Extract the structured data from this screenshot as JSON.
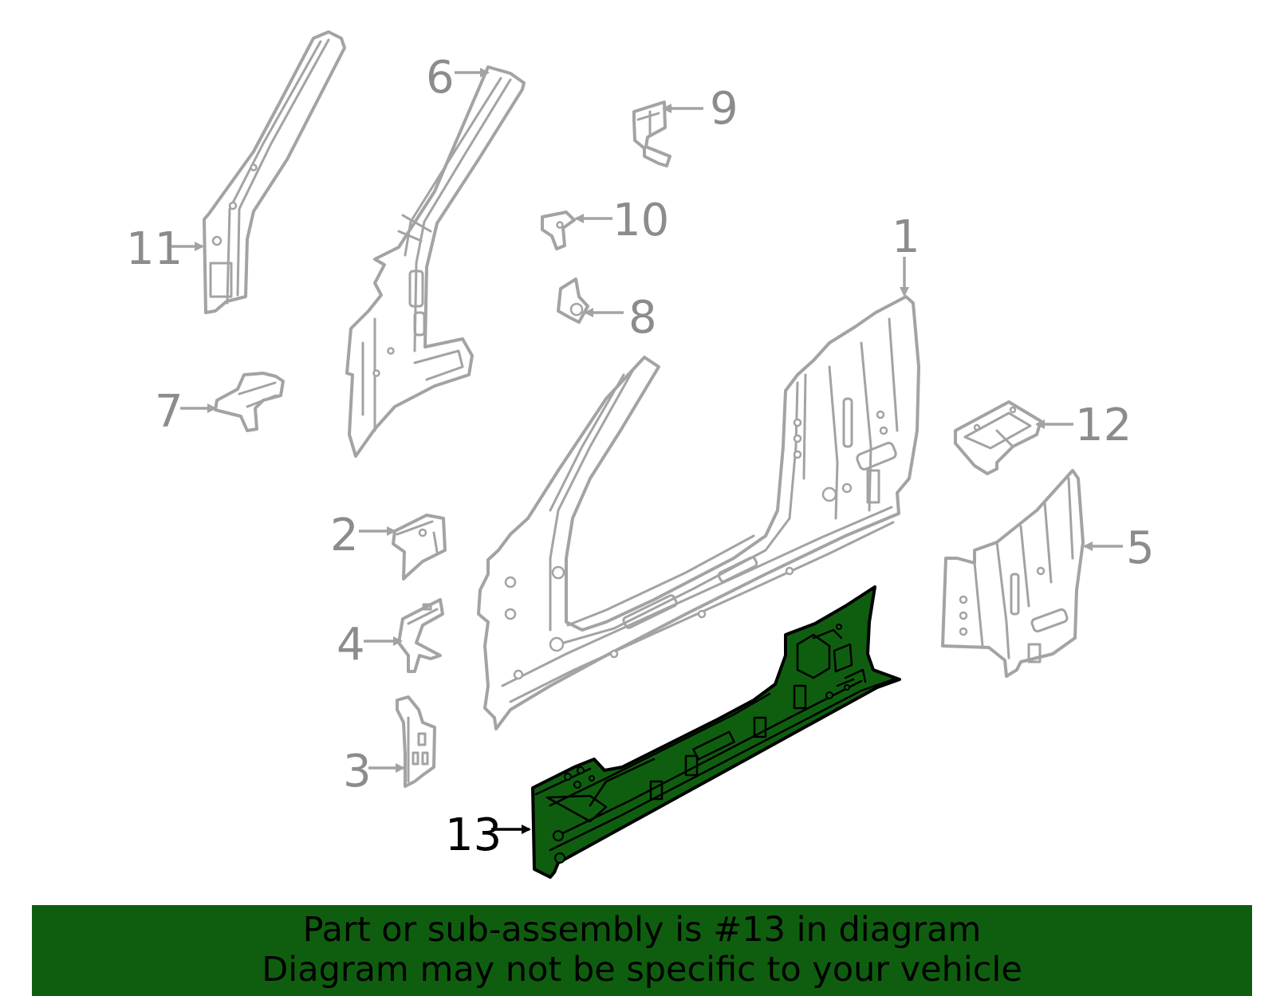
{
  "colors": {
    "part_stroke": "#a3a3a3",
    "label_gray": "#8c8c8c",
    "highlight_fill": "#0f5e0f",
    "highlight_label": "#000000",
    "banner_bg": "#0f5e0f",
    "banner_text": "#000000"
  },
  "callouts": [
    {
      "id": "1",
      "label": "1"
    },
    {
      "id": "2",
      "label": "2"
    },
    {
      "id": "3",
      "label": "3"
    },
    {
      "id": "4",
      "label": "4"
    },
    {
      "id": "5",
      "label": "5"
    },
    {
      "id": "6",
      "label": "6"
    },
    {
      "id": "7",
      "label": "7"
    },
    {
      "id": "8",
      "label": "8"
    },
    {
      "id": "9",
      "label": "9"
    },
    {
      "id": "10",
      "label": "10"
    },
    {
      "id": "11",
      "label": "11"
    },
    {
      "id": "12",
      "label": "12"
    },
    {
      "id": "13",
      "label": "13",
      "highlighted": true
    }
  ],
  "banner": {
    "line1": "Part or sub-assembly is #13 in diagram",
    "line2": "Diagram may not be specific to your vehicle"
  }
}
